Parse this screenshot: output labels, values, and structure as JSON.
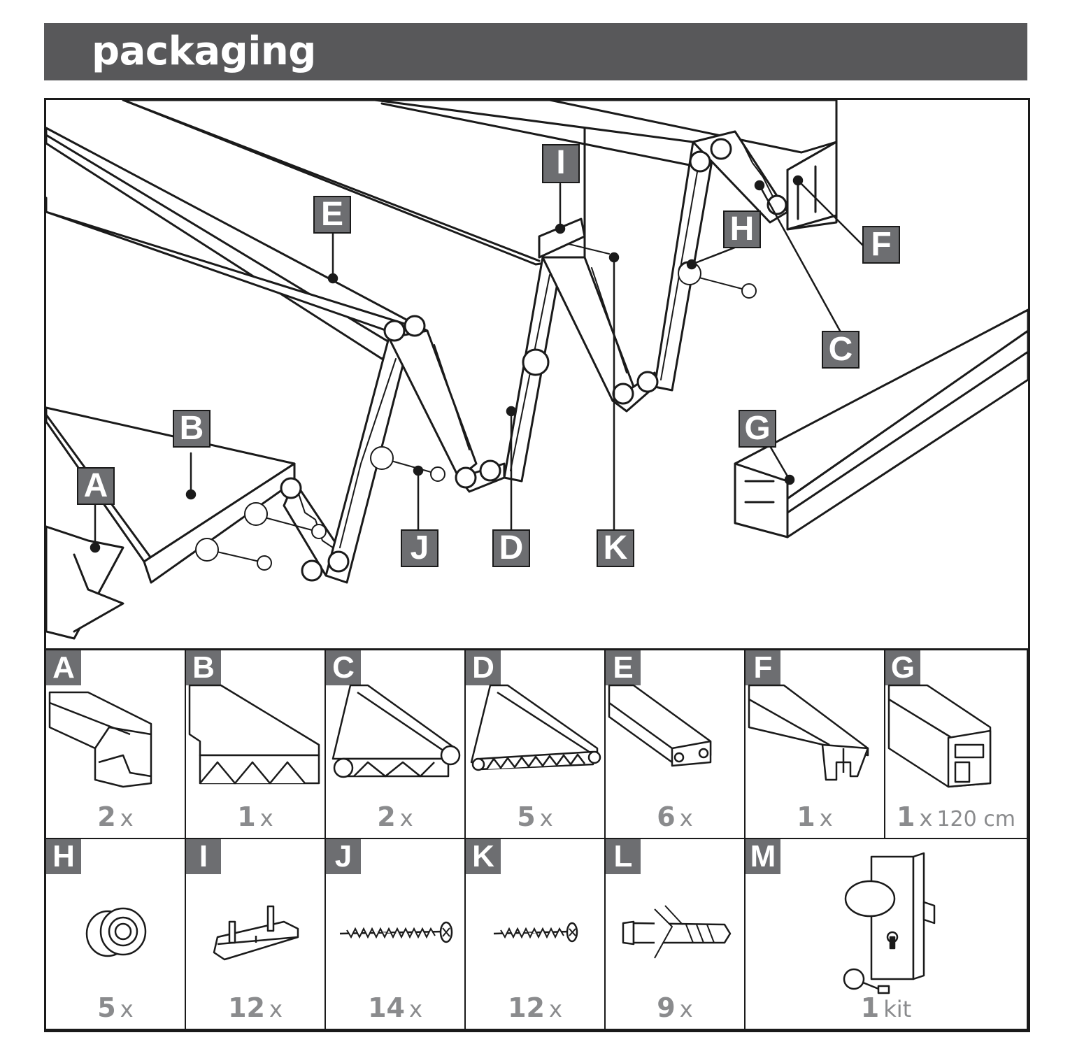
{
  "header": {
    "title": "packaging"
  },
  "illustration": {
    "callouts": [
      "A",
      "B",
      "C",
      "D",
      "E",
      "F",
      "G",
      "H",
      "I",
      "J",
      "K"
    ]
  },
  "parts": [
    {
      "letter": "A",
      "qty": "2",
      "unit": "x",
      "extra": ""
    },
    {
      "letter": "B",
      "qty": "1",
      "unit": "x",
      "extra": ""
    },
    {
      "letter": "C",
      "qty": "2",
      "unit": "x",
      "extra": ""
    },
    {
      "letter": "D",
      "qty": "5",
      "unit": "x",
      "extra": ""
    },
    {
      "letter": "E",
      "qty": "6",
      "unit": "x",
      "extra": ""
    },
    {
      "letter": "F",
      "qty": "1",
      "unit": "x",
      "extra": ""
    },
    {
      "letter": "G",
      "qty": "1",
      "unit": "x",
      "extra": "120 cm"
    },
    {
      "letter": "H",
      "qty": "5",
      "unit": "x",
      "extra": ""
    },
    {
      "letter": "I",
      "qty": "12",
      "unit": "x",
      "extra": ""
    },
    {
      "letter": "J",
      "qty": "14",
      "unit": "x",
      "extra": ""
    },
    {
      "letter": "K",
      "qty": "12",
      "unit": "x",
      "extra": ""
    },
    {
      "letter": "L",
      "qty": "9",
      "unit": "x",
      "extra": ""
    },
    {
      "letter": "M",
      "qty": "1",
      "unit": "kit",
      "extra": ""
    }
  ],
  "colors": {
    "header_bg": "#58585a",
    "badge_bg": "#6d6e71",
    "qty_text": "#8a8b8d",
    "line": "#1a1a1a"
  }
}
